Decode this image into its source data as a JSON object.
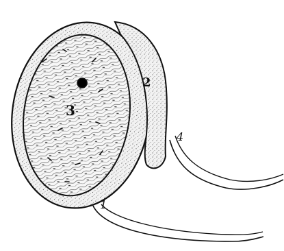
{
  "figure": {
    "labels": {
      "l1": "1",
      "l2": "2",
      "l3": "3",
      "l4": "4"
    }
  },
  "colors": {
    "ink": "#111111",
    "membrane_fill": "#ececec",
    "core_fill": "#f4f4f4",
    "background": "#ffffff"
  }
}
